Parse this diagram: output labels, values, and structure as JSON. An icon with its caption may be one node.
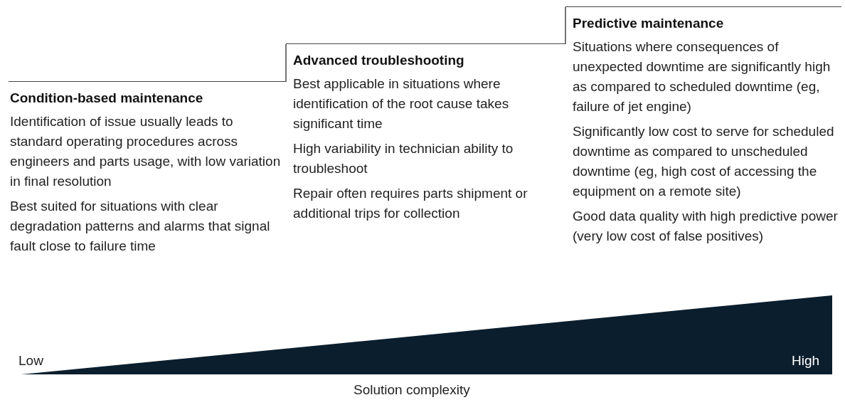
{
  "diagram": {
    "nodes": [
      {
        "text": [
          "Condition-based maintenance",
          "Identification of issue usually leads to standard operating procedures across engineers and parts usage, with low variation in final resolution",
          "Best suited for situations with clear degradation patterns and alarms that signal fault close to failure time"
        ]
      },
      {
        "text": [
          "Advanced troubleshooting",
          "Best applicable in situations where identification of the root cause takes significant time",
          "High variability in technician ability to troubleshoot",
          "Repair often requires parts shipment or additional trips for collection"
        ]
      },
      {
        "text": [
          "Predictive maintenance",
          "Situations where consequences of unexpected downtime are significantly high as compared to scheduled downtime (eg, failure of jet engine)",
          "Significantly low cost to serve for scheduled downtime as compared to unscheduled downtime (eg, high cost of accessing the equipment on a remote site)",
          "Good data quality with high predictive power (very low cost of false positives)"
        ]
      }
    ],
    "edges": [],
    "labels": [
      "Low",
      "High",
      "Solution complexity"
    ]
  }
}
